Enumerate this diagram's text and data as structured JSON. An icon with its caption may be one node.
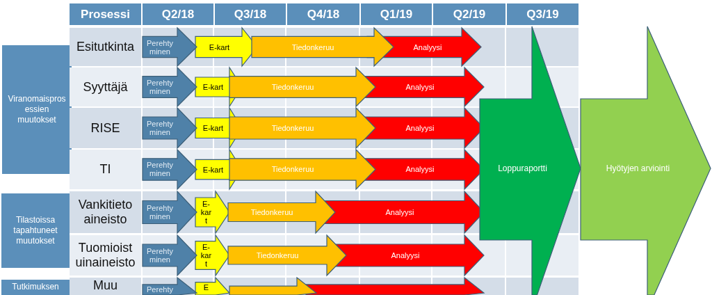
{
  "diagram": {
    "nodes": [
      {
        "text": [
          "Prosessi"
        ]
      },
      {
        "text": [
          "Q2/18"
        ]
      },
      {
        "text": [
          "Q3/18"
        ]
      },
      {
        "text": [
          "Q4/18"
        ]
      },
      {
        "text": [
          "Q1/19"
        ]
      },
      {
        "text": [
          "Q2/19"
        ]
      },
      {
        "text": [
          "Q3/19"
        ]
      },
      {
        "text": [
          "Viranomaispros essien muutokset"
        ]
      },
      {
        "text": [
          "Esitutkinta"
        ]
      },
      {
        "text": [
          "Perehty minen"
        ]
      },
      {
        "text": [
          "E-kart"
        ]
      },
      {
        "text": [
          "Tiedonkeruu"
        ]
      },
      {
        "text": [
          "Analyysi"
        ]
      },
      {
        "text": [
          "Syyttäjä"
        ]
      },
      {
        "text": [
          "Perehty minen"
        ]
      },
      {
        "text": [
          "E-kart"
        ]
      },
      {
        "text": [
          "Tiedonkeruu"
        ]
      },
      {
        "text": [
          "Analyysi"
        ]
      },
      {
        "text": [
          "RISE"
        ]
      },
      {
        "text": [
          "Perehty minen"
        ]
      },
      {
        "text": [
          "E-kart"
        ]
      },
      {
        "text": [
          "Tiedonkeruu"
        ]
      },
      {
        "text": [
          "Analyysi"
        ]
      },
      {
        "text": [
          "TI"
        ]
      },
      {
        "text": [
          "Perehty minen"
        ]
      },
      {
        "text": [
          "E-kart"
        ]
      },
      {
        "text": [
          "Tiedonkeruu"
        ]
      },
      {
        "text": [
          "Analyysi"
        ]
      },
      {
        "text": [
          "Loppuraportti"
        ]
      },
      {
        "text": [
          "Hyötyjen arviointi"
        ]
      },
      {
        "text": [
          "Tilastoissa tapahtuneet muutokset"
        ]
      },
      {
        "text": [
          "Vankitieto aineisto"
        ]
      },
      {
        "text": [
          "Perehty minen"
        ]
      },
      {
        "text": [
          "E- kar t"
        ]
      },
      {
        "text": [
          "Tiedonkeruu"
        ]
      },
      {
        "text": [
          "Analyysi"
        ]
      },
      {
        "text": [
          "Tuomioist uinaineisto"
        ]
      },
      {
        "text": [
          "Perehty minen"
        ]
      },
      {
        "text": [
          "E- kar t"
        ]
      },
      {
        "text": [
          "Tiedonkeruu"
        ]
      },
      {
        "text": [
          "Analyysi"
        ]
      },
      {
        "text": [
          "Tutkimuksen"
        ]
      },
      {
        "text": [
          "Muu"
        ]
      },
      {
        "text": [
          "Perehty"
        ]
      },
      {
        "text": [
          "E"
        ]
      },
      {
        "text": [],
        "shape": "arrow"
      },
      {
        "text": [],
        "shape": "arrow"
      }
    ]
  }
}
